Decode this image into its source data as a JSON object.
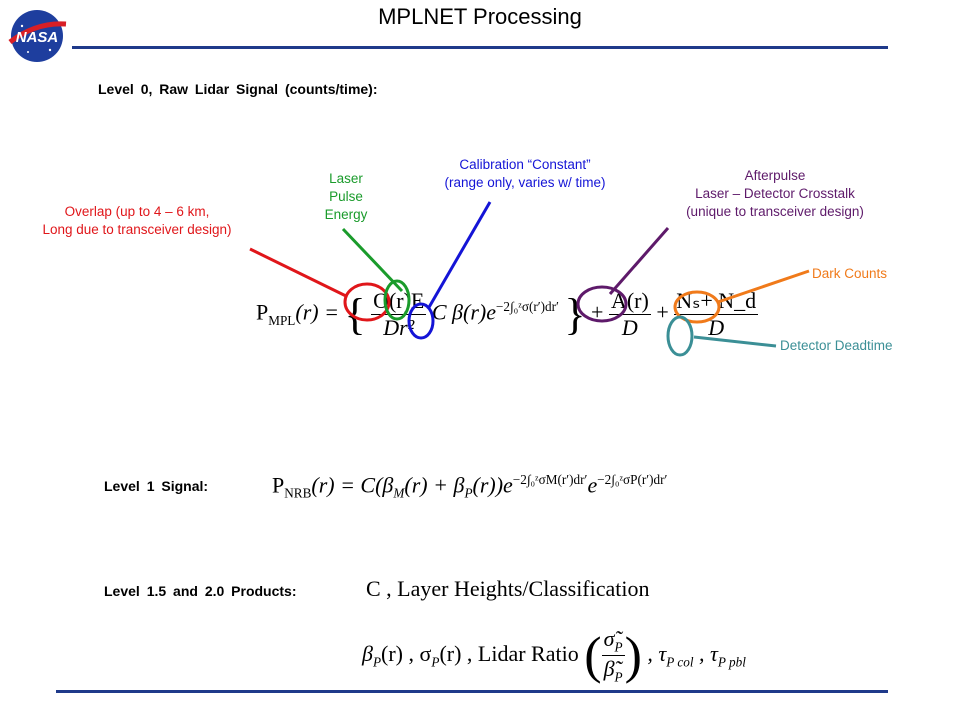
{
  "slide": {
    "title": "MPLNET Processing",
    "logo_text": "NASA",
    "colors": {
      "rule": "#1f3a8a",
      "overlap": "#e0161a",
      "laser": "#1a9b2b",
      "calib": "#1414d6",
      "afterpulse": "#5e1a6a",
      "dark": "#f07a1a",
      "deadtime": "#3b8f96"
    }
  },
  "level0": {
    "header": "Level 0, Raw Lidar Signal (counts/time):",
    "labels": {
      "overlap": [
        "Overlap  (up to 4 – 6 km,",
        "Long due to transceiver design)"
      ],
      "laser": [
        "Laser",
        "Pulse",
        "Energy"
      ],
      "calib": [
        "Calibration “Constant”",
        "(range only, varies w/ time)"
      ],
      "afterpulse": [
        "Afterpulse",
        "Laser – Detector Crosstalk",
        "(unique to transceiver design)"
      ],
      "dark": "Dark Counts",
      "deadtime": "Detector Deadtime"
    },
    "eq": {
      "P": "P",
      "sub": "MPL",
      "arg": "(r) =",
      "num1": "O(r)E",
      "den1": "Dr²",
      "mid": "C β(r)e",
      "exp": "−2∫₀ᶻσ(r′)dr′",
      "plus1": "+",
      "num2": "A(r)",
      "den2": "D",
      "plus2": "+",
      "num3": "Nₛ+ N_d",
      "den3": "D"
    }
  },
  "level1": {
    "header": "Level 1 Signal:",
    "eq": {
      "P": "P",
      "sub": "NRB",
      "body": "(r) = C(β",
      "subM": "M",
      "mid1": "(r) + β",
      "subP": "P",
      "mid2": "(r))e",
      "exp1": "−2∫₀ᶻσM(r′)dr′",
      "e2": "e",
      "exp2": "−2∫₀ᶻσP(r′)dr′"
    }
  },
  "level15": {
    "header": "Level 1.5 and 2.0 Products:",
    "line1": "C ,  Layer Heights/Classification",
    "line2_parts": [
      "β",
      "P",
      "(r) ,  σ",
      "P",
      "(r) ,  Lidar Ratio"
    ],
    "ratio_num": "σ̃",
    "ratio_num_sub": "P",
    "ratio_den": "β̃",
    "ratio_den_sub": "P",
    "tail": [
      ",  τ",
      "P col",
      " ,  τ",
      "P pbl"
    ]
  }
}
